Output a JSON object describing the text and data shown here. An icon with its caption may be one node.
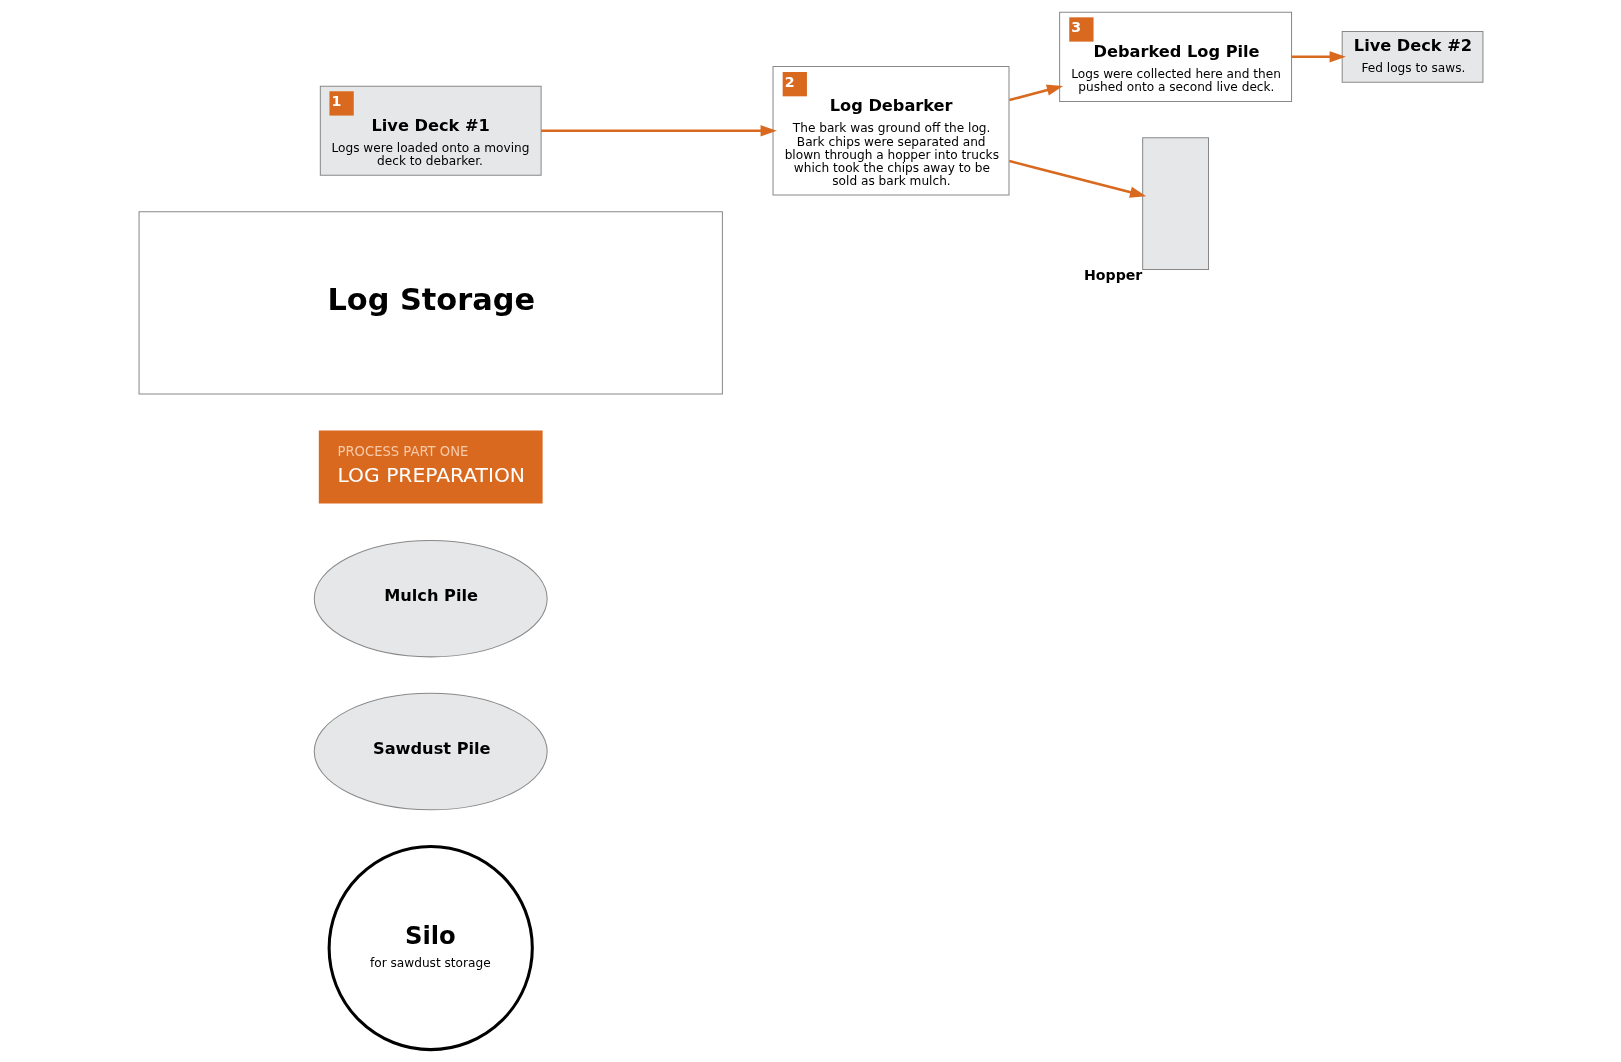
{
  "diagram": {
    "nodes": [
      {
        "text": [
          "Silo",
          "for sawdust storage"
        ]
      },
      {
        "text": [
          "Sawdust Pile"
        ]
      },
      {
        "text": [
          "Mulch Pile"
        ]
      },
      {
        "text": [
          "PROCESS PART ONE",
          "LOG PREPARATION"
        ]
      },
      {
        "text": [
          "Log Storage"
        ]
      },
      {
        "text": [
          "1",
          "Live Deck #1",
          "Logs were loaded onto a moving deck to debarker."
        ]
      },
      {
        "text": [
          "2",
          "Log Debarker",
          "The bark was ground off the log. Bark chips were separated and blown through a hopper into trucks which took the chips away to be sold as bark mulch."
        ]
      },
      {
        "text": [
          "3",
          "Debarked Log Pile",
          "Logs were collected here and then pushed onto a second live deck."
        ]
      },
      {
        "text": [
          "Live Deck #2",
          "Fed logs to saws."
        ]
      },
      {
        "text": [
          "Hopper"
        ]
      }
    ],
    "edges": [
      {
        "from": 5,
        "to": 6,
        "arrow": "to"
      },
      {
        "from": 6,
        "to": 7,
        "arrow": "to"
      },
      {
        "from": 6,
        "to": 9,
        "arrow": "to"
      },
      {
        "from": 7,
        "to": 8,
        "arrow": "to"
      }
    ]
  }
}
